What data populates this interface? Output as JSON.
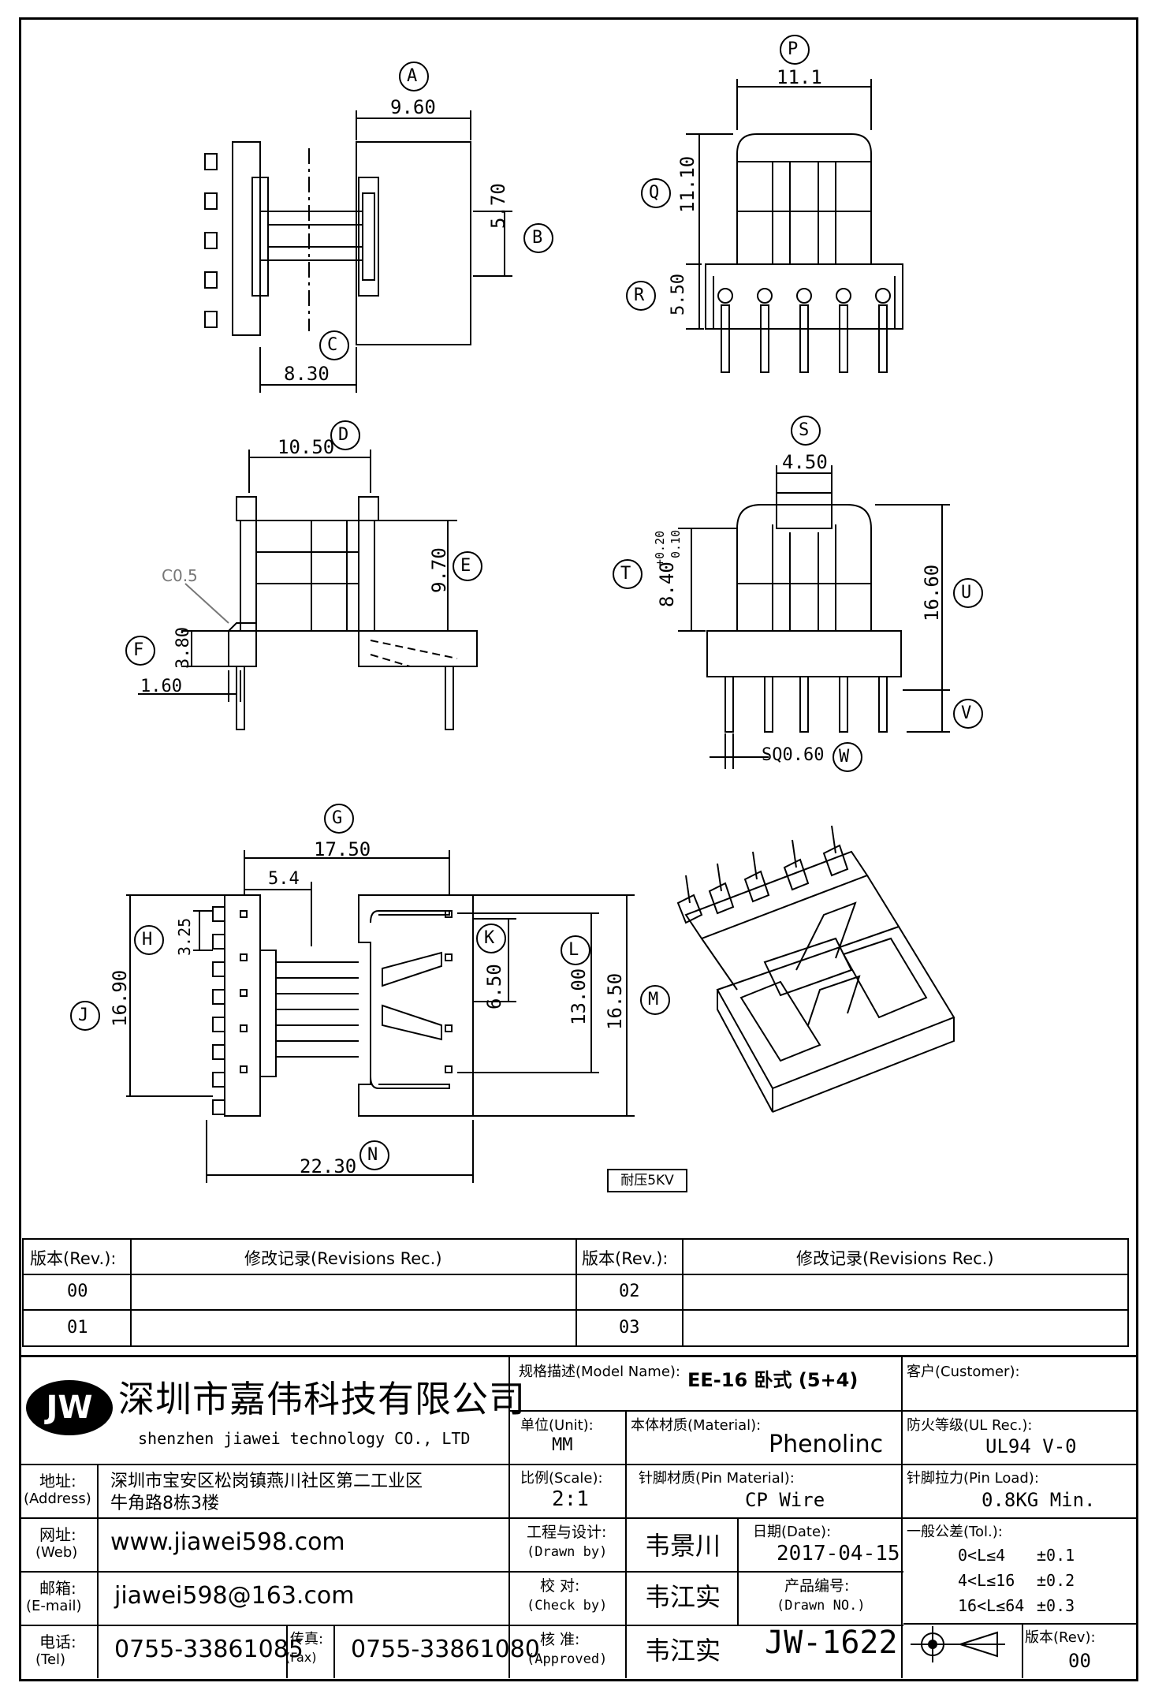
{
  "drawing": {
    "labels": {
      "A": "A",
      "B": "B",
      "C": "C",
      "D": "D",
      "E": "E",
      "F": "F",
      "G": "G",
      "H": "H",
      "J": "J",
      "K": "K",
      "L": "L",
      "M": "M",
      "N": "N",
      "P": "P",
      "Q": "Q",
      "R": "R",
      "S": "S",
      "T": "T",
      "U": "U",
      "V": "V",
      "W": "W"
    },
    "dims": {
      "A": "9.60",
      "B": "5.70",
      "C": "8.30",
      "P": "11.1",
      "Q": "11.10",
      "R": "5.50",
      "D": "10.50",
      "E": "9.70",
      "F": "3.80",
      "F2": "1.60",
      "chamfer": "C0.5",
      "S": "4.50",
      "T": "8.40",
      "T_tol_plus": "+0.20",
      "T_tol_minus": "0.10",
      "U": "16.60",
      "W": "SQ0.60",
      "G": "17.50",
      "G2": "5.4",
      "H": "3.25",
      "J": "16.90",
      "K": "6.50",
      "L": "13.00",
      "M": "16.50",
      "N": "22.30"
    },
    "voltage_note": "耐压5KV"
  },
  "revisions": {
    "col_rev": "版本(Rev.):",
    "col_rec": "修改记录(Revisions Rec.)",
    "rows": [
      {
        "left": "00",
        "right": "02"
      },
      {
        "left": "01",
        "right": "03"
      }
    ]
  },
  "titleblock": {
    "logo": "JW",
    "company_cn": "深圳市嘉伟科技有限公司",
    "company_en": "shenzhen  jiawei  technology  CO., LTD",
    "model_label": "规格描述(Model Name):",
    "model_value": "EE-16 卧式 (5+4)",
    "customer_label": "客户(Customer):",
    "unit_label": "单位(Unit):",
    "unit_value": "MM",
    "material_label": "本体材质(Material):",
    "material_value": "Phenolinc",
    "ul_label": "防火等级(UL Rec.):",
    "ul_value": "UL94 V-0",
    "address_label": "地址:",
    "address_label_en": "(Address)",
    "address_line1": "深圳市宝安区松岗镇燕川社区第二工业区",
    "address_line2": "牛角路8栋3楼",
    "scale_label": "比例(Scale):",
    "scale_value": "2:1",
    "pin_material_label": "针脚材质(Pin Material):",
    "pin_material_value": "CP Wire",
    "pin_load_label": "针脚拉力(Pin Load):",
    "pin_load_value": "0.8KG Min.",
    "web_label": "网址:",
    "web_label_en": "(Web)",
    "web_value": "www.jiawei598.com",
    "design_label": "工程与设计:",
    "design_label_en": "(Drawn by)",
    "design_value": "韦景川",
    "date_label": "日期(Date):",
    "date_value": "2017-04-15",
    "tol_label": "一般公差(Tol.):",
    "tol_rows": [
      {
        "range": "0<L≤4",
        "value": "±0.1"
      },
      {
        "range": "4<L≤16",
        "value": "±0.2"
      },
      {
        "range": "16<L≤64",
        "value": "±0.3"
      }
    ],
    "email_label": "邮箱:",
    "email_label_en": "(E-mail)",
    "email_value": "jiawei598@163.com",
    "check_label": "校  对:",
    "check_label_en": "(Check by)",
    "check_value": "韦江实",
    "drawn_no_label": "产品编号:",
    "drawn_no_label_en": "(Drawn NO.)",
    "drawn_no_value": "JW-1622",
    "tel_label": "电话:",
    "tel_label_en": "(Tel)",
    "tel_value": "0755-33861085",
    "fax_label": "传真:",
    "fax_label_en": "(Fax)",
    "fax_value": "0755-33861080",
    "approve_label": "核  准:",
    "approve_label_en": "(Approved)",
    "approve_value": "韦江实",
    "rev_label": "版本(Rev):",
    "rev_value": "00"
  }
}
